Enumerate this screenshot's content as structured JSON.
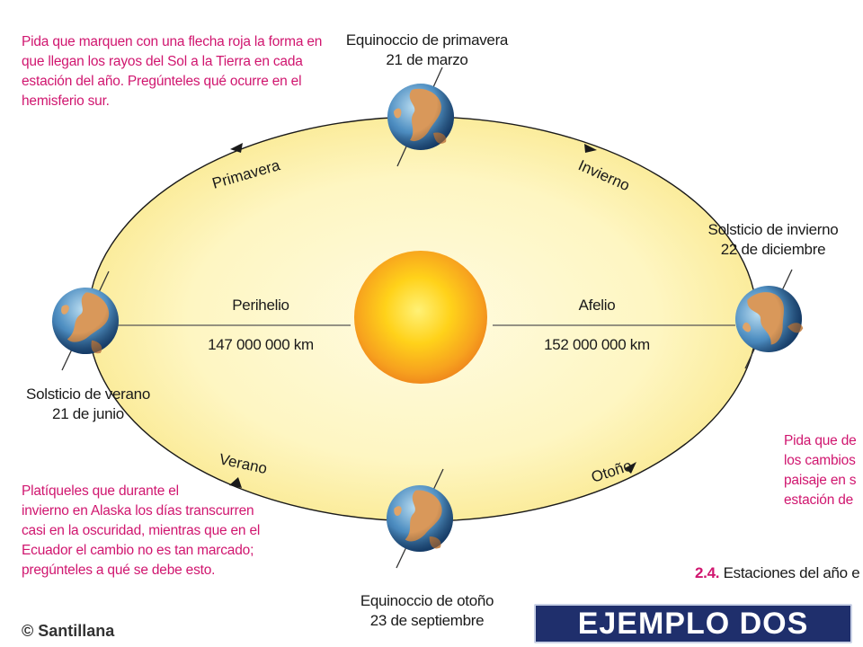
{
  "notes": {
    "top_left": "Pida que marquen con una flecha roja la forma en\nque llegan los rayos del Sol a la Tierra en cada\nestación del año. Pregúnteles qué ocurre en el\nhemisferio sur.",
    "bottom_left": "Platíqueles que durante el\ninvierno en Alaska los días transcurren\ncasi en la oscuridad, mientras que en el\nEcuador el cambio no es tan marcado;\npregúnteles a qué se debe esto.",
    "right": "Pida que de\nlos cambios\npaisaje en s\nestación de"
  },
  "positions": {
    "spring_equinox": "Equinoccio de primavera\n21 de marzo",
    "winter_solstice": "Solsticio de invierno\n22 de diciembre",
    "summer_solstice": "Solsticio de verano\n21 de junio",
    "autumn_equinox": "Equinoccio de otoño\n23 de septiembre"
  },
  "seasons": {
    "spring": "Primavera",
    "winter": "Invierno",
    "summer": "Verano",
    "autumn": "Otoño"
  },
  "distances": {
    "perihelion_label": "Perihelio",
    "perihelion_value": "147 000 000 km",
    "aphelion_label": "Afelio",
    "aphelion_value": "152 000 000 km"
  },
  "caption": {
    "number": "2.4.",
    "text": " Estaciones del año e"
  },
  "copyright": "© Santillana",
  "button_label": "EJEMPLO DOS",
  "colors": {
    "note_magenta": "#d0166f",
    "orbit_fill": "#fdf7c8",
    "sun_core": "#ffd21a",
    "sun_edge": "#f5901e",
    "button_bg": "#1f2f6c"
  }
}
